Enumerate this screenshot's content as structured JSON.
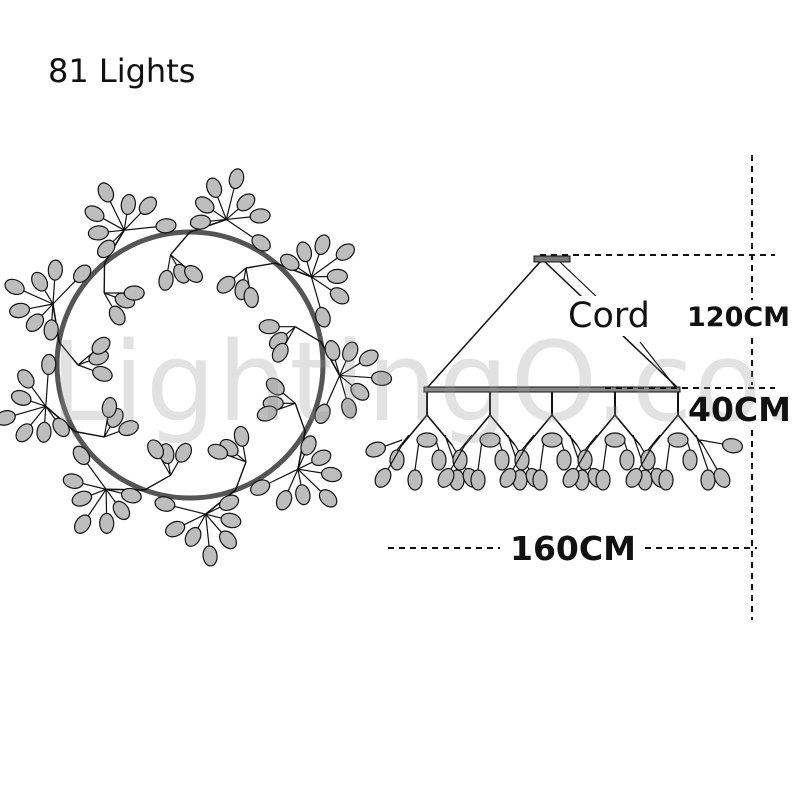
{
  "title": "81 Lights",
  "watermark": "LightingO.co.uk",
  "labels": {
    "cord": "Cord",
    "drop_height": "120CM",
    "fixture_height": "40CM",
    "width": "160CM"
  },
  "colors": {
    "line": "#111111",
    "bulb_fill": "#bdbdbd",
    "ring": "#555555"
  }
}
